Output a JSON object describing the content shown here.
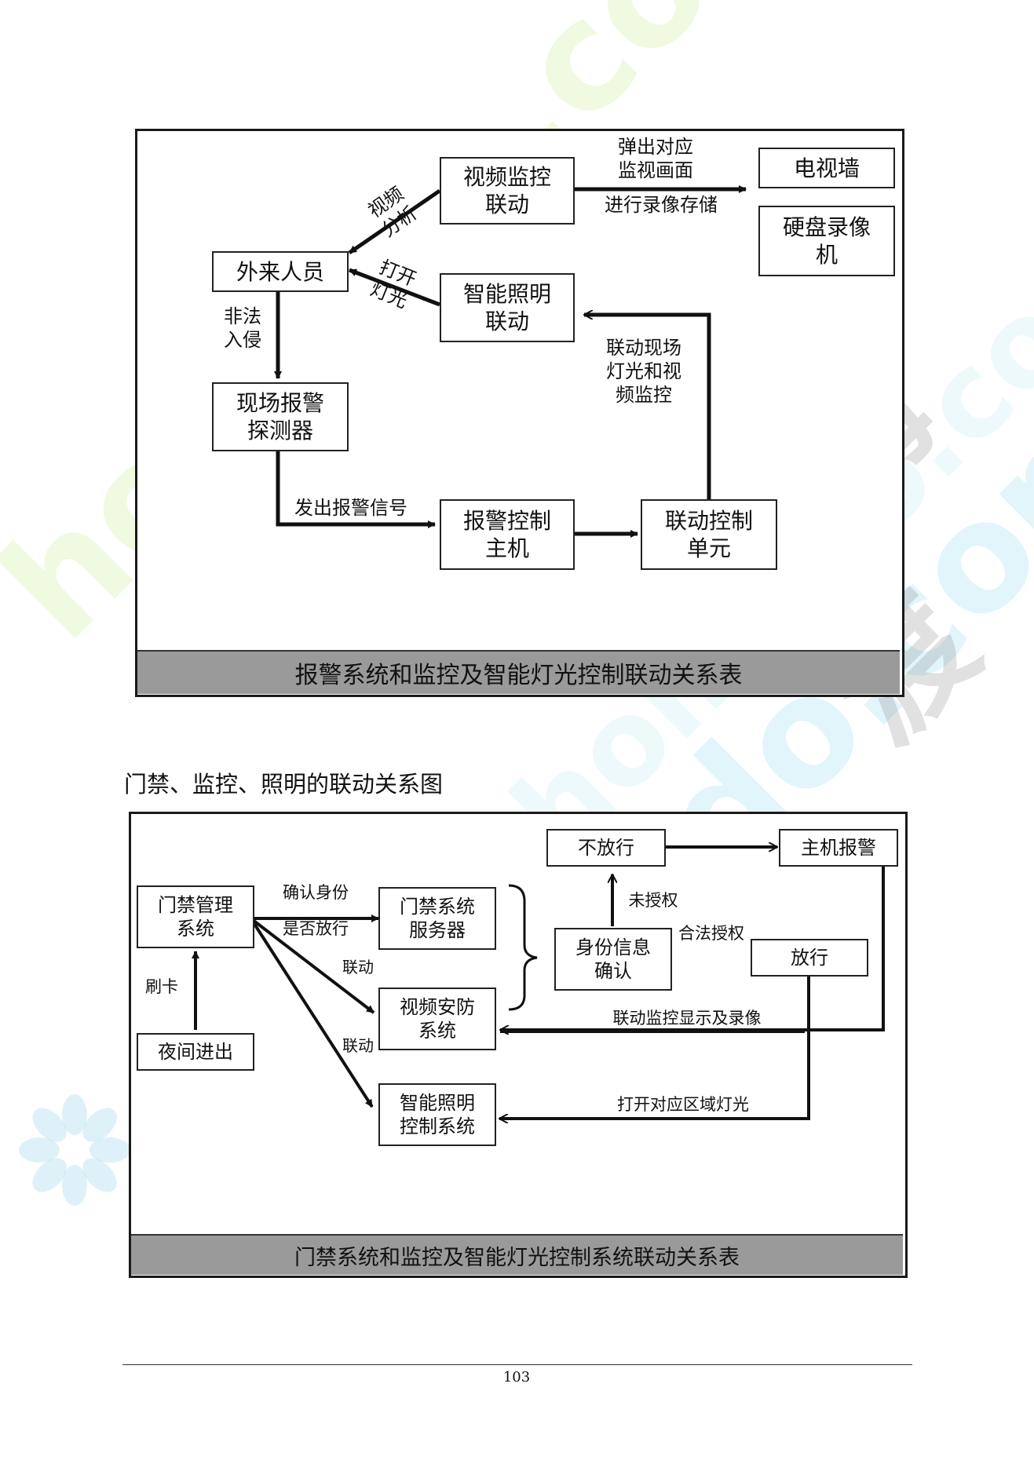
{
  "fig1": {
    "nodes": {
      "video": "视频监控\n联动",
      "tvwall": "电视墙",
      "dvr": "硬盘录像\n机",
      "visitor": "外来人员",
      "light": "智能照明\n联动",
      "detector": "现场报警\n探测器",
      "alarm_host": "报警控制\n主机",
      "linkage": "联动控制\n单元"
    },
    "edges": {
      "popup": "弹出对应\n监视画面",
      "record": "进行录像存储",
      "analysis": "视频\n分析",
      "turnon": "打开\n灯光",
      "intrude": "非法\n入侵",
      "signal": "发出报警信号",
      "link_scene": "联动现场\n灯光和视\n频监控"
    },
    "caption": "报警系统和监控及智能灯光控制联动关系表"
  },
  "section_heading": "门禁、监控、照明的联动关系图",
  "fig2": {
    "nodes": {
      "acm": "门禁管理\n系统",
      "server": "门禁系统\n服务器",
      "video": "视频安防\n系统",
      "light": "智能照明\n控制系统",
      "night": "夜间进出",
      "identity": "身份信息\n确认",
      "deny": "不放行",
      "host_alarm": "主机报警",
      "allow": "放行"
    },
    "edges": {
      "confirm": "确认身份",
      "pass": "是否放行",
      "link1": "联动",
      "link2": "联动",
      "card": "刷卡",
      "unauth": "未授权",
      "legal": "合法授权",
      "monitor": "联动监控显示及录像",
      "open_light": "打开对应区域灯光"
    },
    "caption": "门禁系统和监控及智能灯光控制系统联动关系表"
  },
  "watermark": {
    "brand_cn": "河姆渡",
    "brand_url": "homedo.com"
  },
  "page_number": "103"
}
